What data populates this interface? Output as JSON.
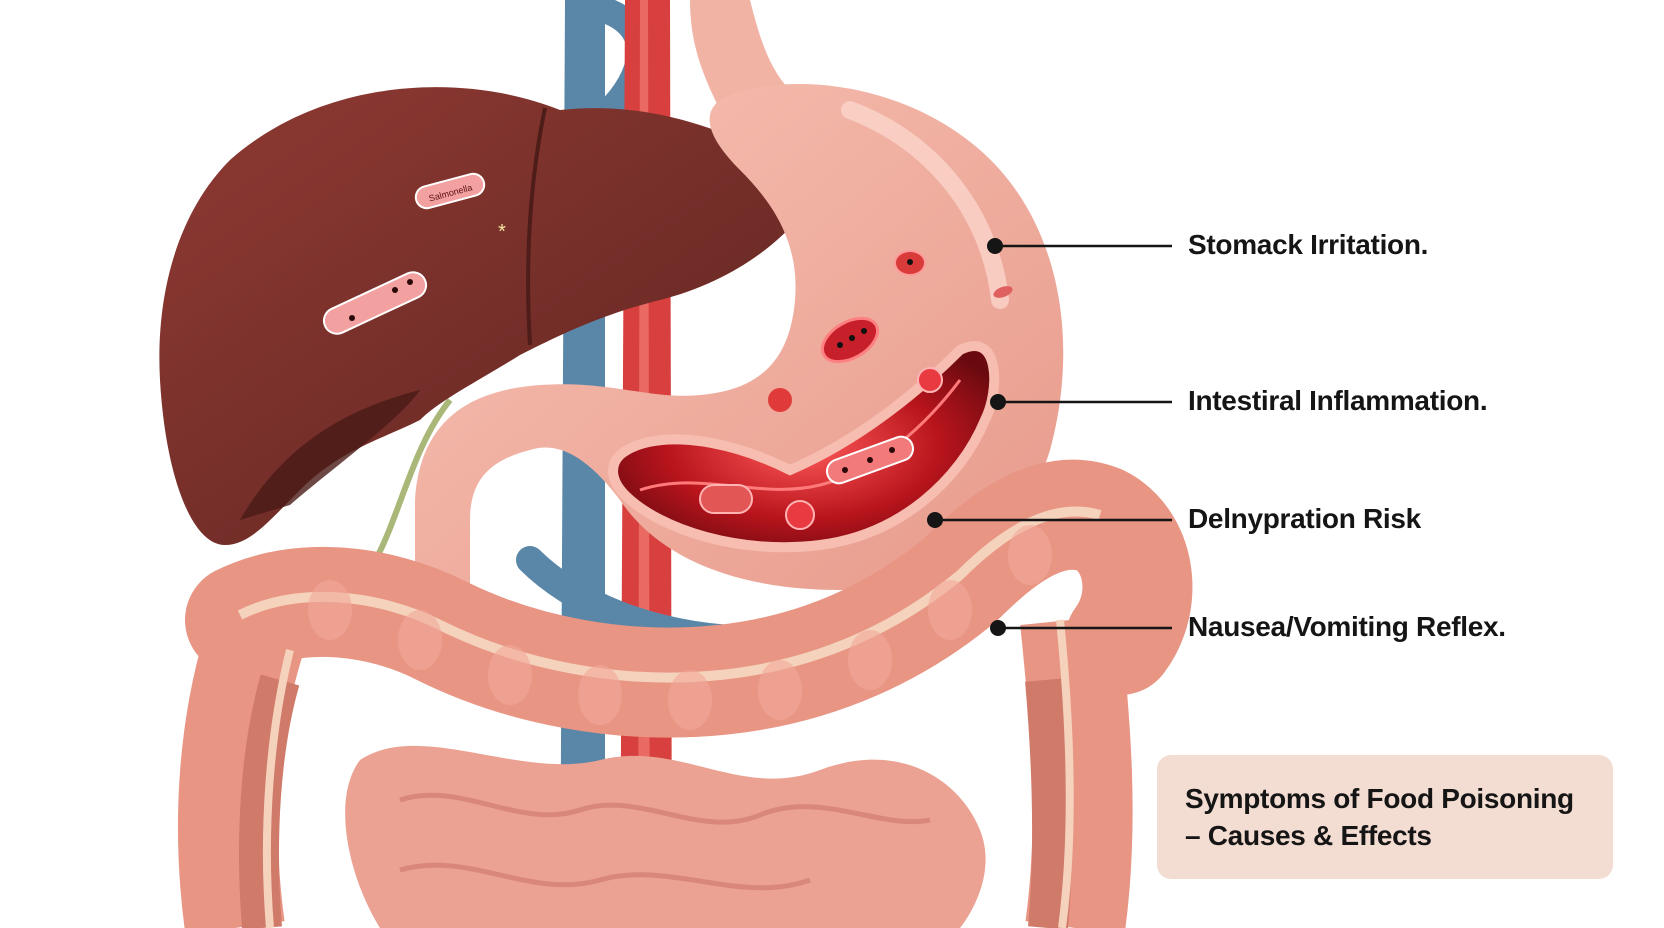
{
  "labels": {
    "stomach_irritation": "Stomack Irritation.",
    "intestinal_inflammation": "Intestiral Inflammation.",
    "dehydration_risk": "Delnypration Risk",
    "nausea_vomiting": "Nausea/Vomiting Reflex."
  },
  "caption": {
    "line1": "Symptoms of Food Poisoning",
    "line2": "– Causes & Effects"
  },
  "bacteria_label": "Salmonella",
  "colors": {
    "liver": "#7a2e28",
    "stomach": "#f0a89a",
    "colon": "#e89584",
    "aorta": "#d8403f",
    "vein": "#5a87a8",
    "inflammation": "#c01a22",
    "caption_bg": "#f3ddd2"
  }
}
